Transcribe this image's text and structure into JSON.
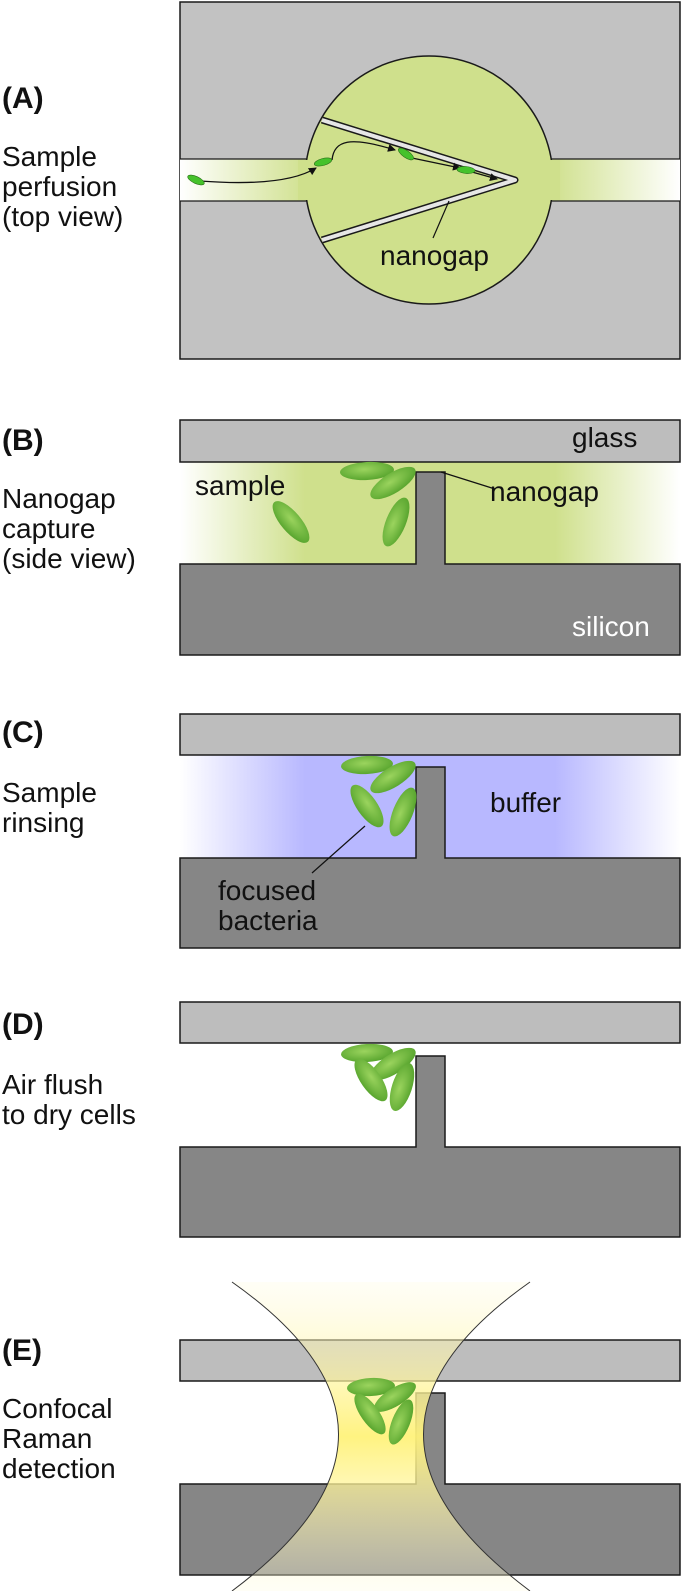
{
  "colors": {
    "glass": "#bdbdbd",
    "silicon": "#868686",
    "sample_fluid": "#cfe08c",
    "buffer": "#b8b8ff",
    "bacteria": "#6dbb3a",
    "laser": "#fff27a",
    "outline": "#1a1a1a"
  },
  "panels": [
    {
      "id": "A",
      "letter": "(A)",
      "desc": [
        "Sample",
        "perfusion",
        "(top view)"
      ]
    },
    {
      "id": "B",
      "letter": "(B)",
      "desc": [
        "Nanogap",
        "capture",
        "(side view)"
      ]
    },
    {
      "id": "C",
      "letter": "(C)",
      "desc": [
        "Sample",
        "rinsing"
      ]
    },
    {
      "id": "D",
      "letter": "(D)",
      "desc": [
        "Air flush",
        "to dry cells"
      ]
    },
    {
      "id": "E",
      "letter": "(E)",
      "desc": [
        "Confocal",
        "Raman",
        "detection"
      ]
    }
  ],
  "labels": {
    "a_nanogap": "nanogap",
    "b_glass": "glass",
    "b_sample": "sample",
    "b_nanogap": "nanogap",
    "b_silicon": "silicon",
    "c_buffer": "buffer",
    "c_focused": [
      "focused",
      "bacteria"
    ]
  }
}
